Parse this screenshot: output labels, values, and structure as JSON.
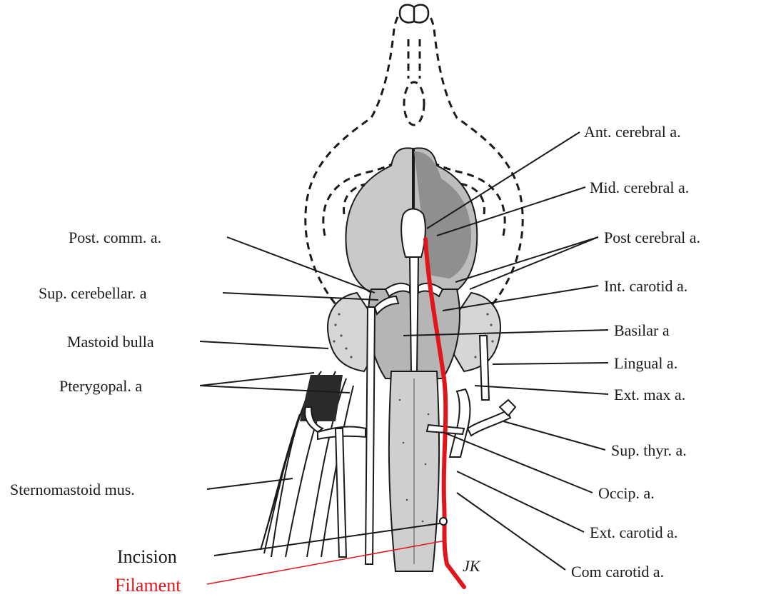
{
  "labels": {
    "ant_cerebral": "Ant. cerebral a.",
    "mid_cerebral": "Mid. cerebral a.",
    "post_cerebral": "Post cerebral a.",
    "int_carotid": "Int. carotid a.",
    "basilar": "Basilar a",
    "lingual": "Lingual a.",
    "ext_max": "Ext. max a.",
    "sup_thyr": "Sup. thyr. a.",
    "occip": "Occip. a.",
    "ext_carotid": "Ext. carotid a.",
    "com_carotid": "Com carotid a.",
    "post_comm": "Post. comm. a.",
    "sup_cerebellar": "Sup. cerebellar. a",
    "mastoid_bulla": "Mastoid bulla",
    "pterygopal": "Pterygopal. a",
    "sternomastoid": "Sternomastoid mus.",
    "incision": "Incision",
    "filament": "Filament"
  },
  "signature": "JK",
  "colors": {
    "filament": "#e0161b",
    "ink": "#1a1a1a",
    "brain_light": "#c9c9c9",
    "brain_dark": "#8f8f8f"
  }
}
